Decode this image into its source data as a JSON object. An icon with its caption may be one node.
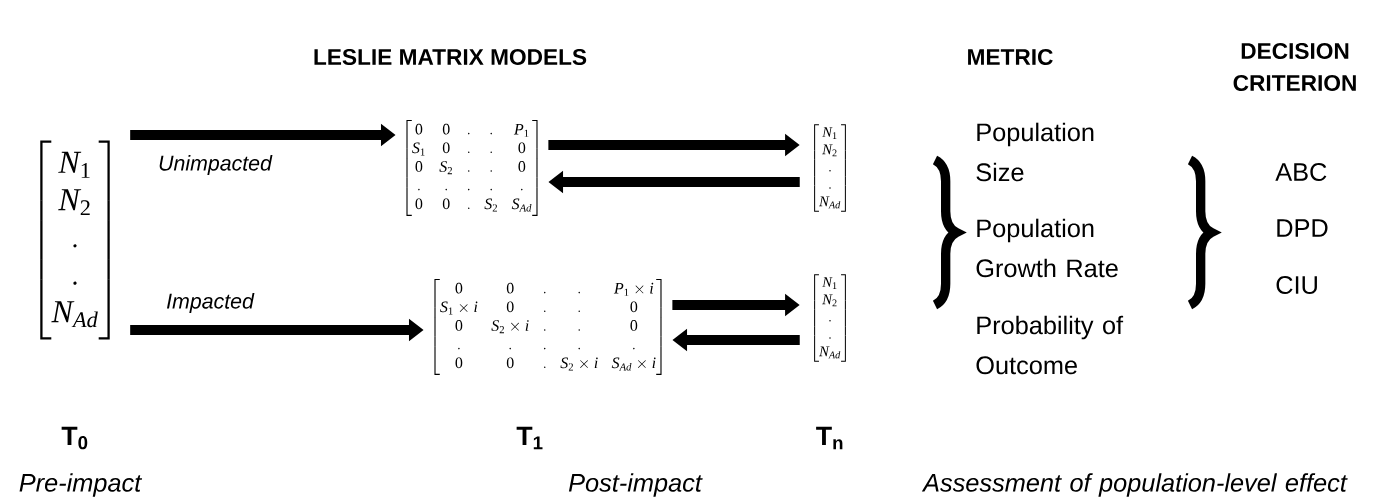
{
  "diagram": {
    "title": "LESLIE MATRIX MODELS",
    "nodes": [
      {
        "text": [
          "\\begin{bmatrix}N_1\\\\N_2\\\\.\\\\.\\\\N_{Ad}\\end{bmatrix}"
        ]
      },
      {
        "text": [
          "\\begin{bmatrix}0&0&.&.&P_1\\\\S_1&0&.&.&0\\\\0&S_2&.&.&0\\\\.&.&.&.&.\\\\0&0&.&S_2&S_{Ad}\\end{bmatrix}"
        ]
      },
      {
        "text": [
          "\\begin{bmatrix}0&0&.&.&P_1\\times i\\\\S_1\\times i&0&.&.&0\\\\0&S_2\\times i&.&.&0\\\\.&.&.&.&.\\\\0&0&.&S_2\\times i&S_{Ad}\\times i\\end{bmatrix}"
        ]
      },
      {
        "text": [
          "\\begin{bmatrix}N_1\\\\N_2\\\\.\\\\.\\\\N_{Ad}\\end{bmatrix}"
        ]
      },
      {
        "text": [
          "\\begin{bmatrix}N_1\\\\N_2\\\\.\\\\.\\\\N_{Ad}\\end{bmatrix}"
        ]
      }
    ],
    "edges": [
      {
        "from": 0,
        "to": 1,
        "arrow": "to",
        "label": "Unimpacted"
      },
      {
        "from": 0,
        "to": 2,
        "arrow": "to",
        "label": "Impacted"
      },
      {
        "from": 1,
        "to": 3,
        "arrow": "to"
      },
      {
        "from": 3,
        "to": 1,
        "arrow": "to"
      },
      {
        "from": 2,
        "to": 4,
        "arrow": "to"
      },
      {
        "from": 4,
        "to": 2,
        "arrow": "to"
      }
    ],
    "labels": [
      "METRIC",
      "DECISION CRITERION",
      "Population Size",
      "ABC",
      "DPD",
      "Population Growth Rate",
      "CIU",
      "Probability of Outcome",
      "T$_{0}$",
      "T$_{1}$",
      "T$_{n}$",
      "Pre-impact",
      "Post-impact",
      "Assessment of population-level effect"
    ]
  }
}
